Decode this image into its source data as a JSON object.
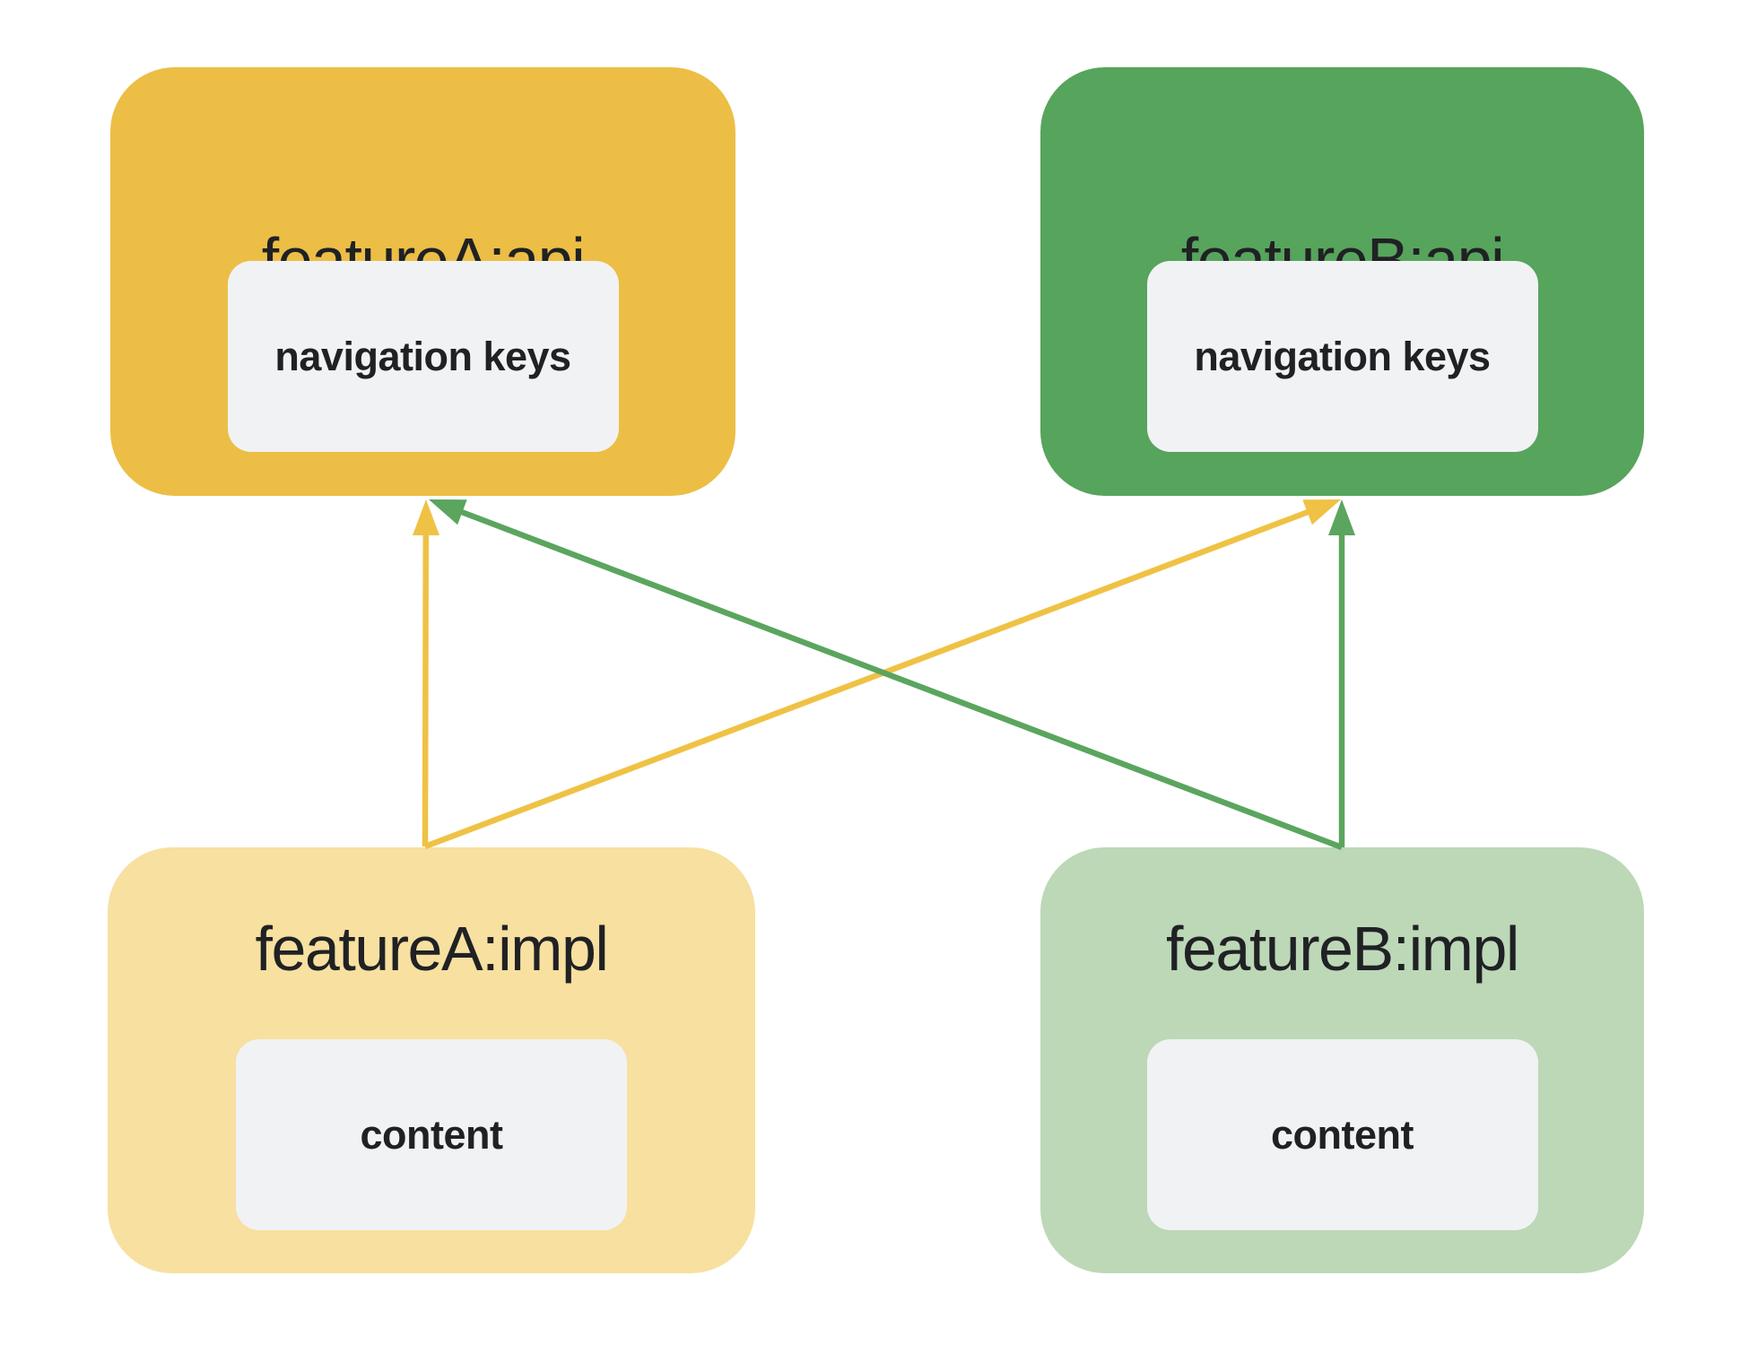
{
  "diagram": {
    "background": "#FFFFFF",
    "text_color": "#202124",
    "inner_box_fill": "#F1F2F4",
    "nodes": [
      {
        "id": "featureA-api",
        "title": "featureA:api",
        "inner_label": "navigation keys",
        "fill": "#ECBE45"
      },
      {
        "id": "featureB-api",
        "title": "featureB:api",
        "inner_label": "navigation keys",
        "fill": "#57A45C"
      },
      {
        "id": "featureA-impl",
        "title": "featureA:impl",
        "inner_label": "content",
        "fill": "#F7E0A0"
      },
      {
        "id": "featureB-impl",
        "title": "featureB:impl",
        "inner_label": "content",
        "fill": "#BCD8B7"
      }
    ],
    "edges": [
      {
        "from": "featureA:impl",
        "to": "featureA:api",
        "color": "#EFC245"
      },
      {
        "from": "featureA:impl",
        "to": "featureB:api",
        "color": "#EFC245"
      },
      {
        "from": "featureB:impl",
        "to": "featureB:api",
        "color": "#5BA55F"
      },
      {
        "from": "featureB:impl",
        "to": "featureA:api",
        "color": "#5BA55F"
      }
    ]
  }
}
